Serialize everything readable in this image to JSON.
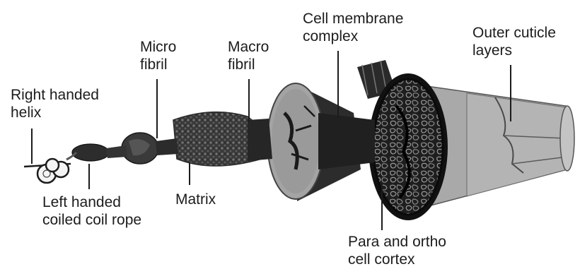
{
  "diagram": {
    "labels": {
      "right_handed_helix": {
        "line1": "Right handed",
        "line2": "helix"
      },
      "left_handed_rope": {
        "line1": "Left handed",
        "line2": "coiled coil rope"
      },
      "micro_fibril": {
        "line1": "Micro",
        "line2": "fibril"
      },
      "matrix": {
        "line1": "Matrix"
      },
      "macro_fibril": {
        "line1": "Macro",
        "line2": "fibril"
      },
      "cell_membrane_complex": {
        "line1": "Cell membrane",
        "line2": "complex"
      },
      "outer_cuticle_layers": {
        "line1": "Outer cuticle",
        "line2": "layers"
      },
      "para_ortho_cortex": {
        "line1": "Para and ortho",
        "line2": "cell cortex"
      }
    },
    "colors": {
      "ink": "#1c1c1c",
      "dark_fill": "#2a2a2a",
      "mid_grey": "#8e8e8e",
      "light_grey": "#b8b8b8",
      "cuticle_grey": "#a8a8a8"
    }
  }
}
